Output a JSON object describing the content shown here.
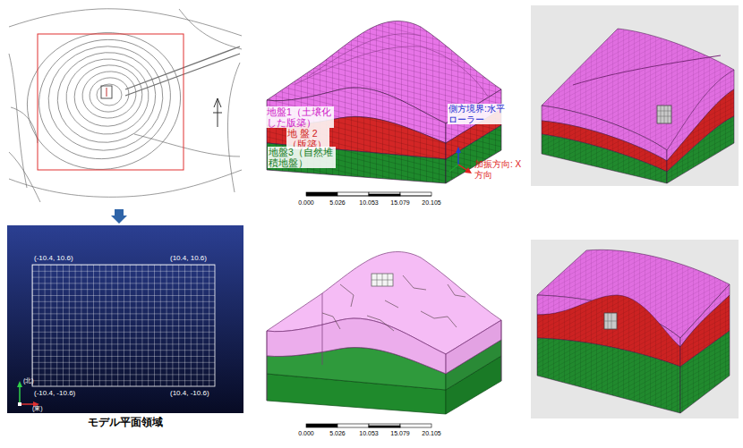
{
  "diagram": {
    "labels": [
      "地盤1（土壌化した版築）",
      "地 盤 2 （版築）",
      "地盤3（自然堆積地盤）",
      "側方境界:水平ローラー",
      "加振方向: X方向",
      "0.000",
      "5.026",
      "10.053",
      "15.079",
      "20.105",
      "(-10.4, 10.6)",
      "(10.4, 10.6)",
      "(-10.4, -10.6)",
      "(10.4, -10.6)",
      "(北)",
      "(東)",
      "モデル平面領域",
      "0.000",
      "5.026",
      "10.053",
      "15.079",
      "20.105"
    ]
  }
}
